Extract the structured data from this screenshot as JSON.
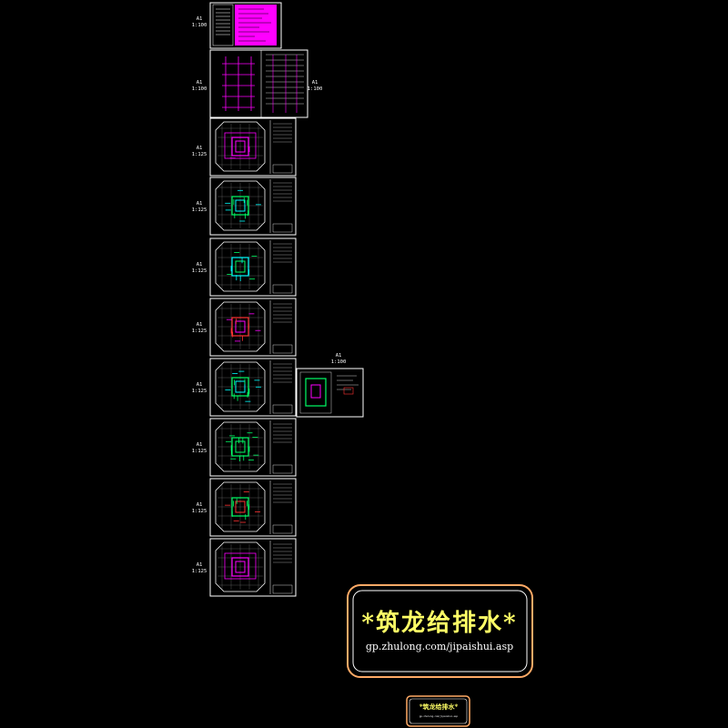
{
  "sheet_labels": [
    {
      "size": "A1",
      "scale": "1:100"
    },
    {
      "size": "A1",
      "scale": "1:100"
    },
    {
      "size": "A1",
      "scale": "1:100"
    },
    {
      "size": "A1",
      "scale": "1:125"
    },
    {
      "size": "A1",
      "scale": "1:125"
    },
    {
      "size": "A1",
      "scale": "1:125"
    },
    {
      "size": "A1",
      "scale": "1:125"
    },
    {
      "size": "A1",
      "scale": "1:125"
    },
    {
      "size": "A1",
      "scale": "1:125"
    },
    {
      "size": "A1",
      "scale": "1:125"
    },
    {
      "size": "A1",
      "scale": "1:125"
    },
    {
      "size": "A1",
      "scale": "1:100"
    }
  ],
  "stamp": {
    "title": "*筑龙给排水*",
    "url": "gp.zhulong.com/jipaishui.asp"
  },
  "small_stamp": {
    "title": "*筑龙给排水*",
    "url": "gp.zhulong.com/jipaishui.asp"
  },
  "colors": {
    "background": "#000000",
    "frame": "#ffffff",
    "magenta": "#ff00ff",
    "green": "#00ff66",
    "cyan": "#00ffff",
    "yellow": "#ffff00",
    "red": "#ff3333",
    "stamp_border": "#ffaa66",
    "stamp_title": "#ffff66"
  }
}
